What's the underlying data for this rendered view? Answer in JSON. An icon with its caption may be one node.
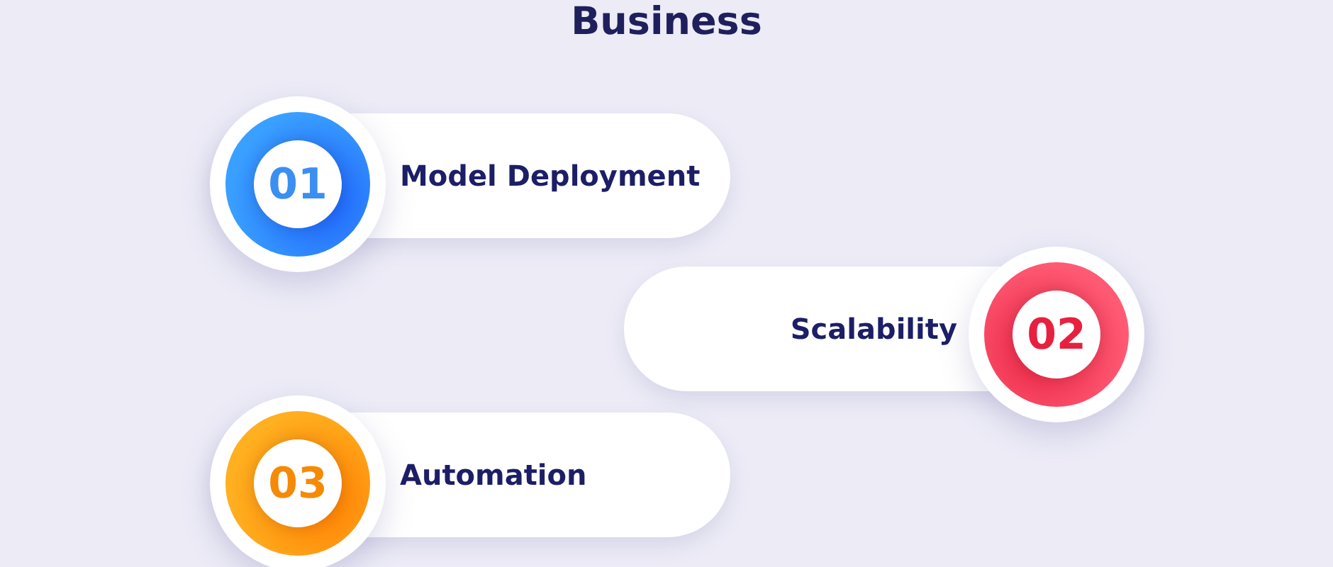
{
  "diagram": {
    "title": "Business",
    "nodes": [
      {
        "text": [
          "01",
          "Model Deployment"
        ]
      },
      {
        "text": [
          "Scalability",
          "02"
        ]
      },
      {
        "text": [
          "03",
          "Automation"
        ]
      }
    ]
  }
}
